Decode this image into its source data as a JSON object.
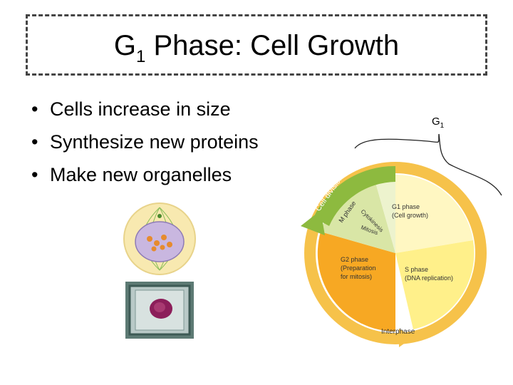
{
  "title": {
    "prefix": "G",
    "subscript": "1",
    "rest": " Phase: Cell Growth"
  },
  "bullets": [
    "Cells increase in size",
    "Synthesize new proteins",
    "Make new organelles"
  ],
  "bullet_symbol": "•",
  "g1_label": {
    "main": "G",
    "sub": "1"
  },
  "cycle": {
    "cell_division": "Cell division",
    "m_phase": "M phase",
    "cytokinesis": "Cytokinesis",
    "mitosis": "Mitosis",
    "g1_line1": "G1 phase",
    "g1_line2": "(Cell growth)",
    "s_line1": "S phase",
    "s_line2": "(DNA replication)",
    "g2_line1": "G2 phase",
    "g2_line2": "(Preparation",
    "g2_line3": "for mitosis)",
    "interphase": "Interphase"
  },
  "colors": {
    "ring": "#F6C24A",
    "g1": "#FFF7C2",
    "s": "#FFF08A",
    "g2": "#F7A823",
    "m": "#D9E6A6",
    "division_arrow": "#8DBA3F"
  }
}
